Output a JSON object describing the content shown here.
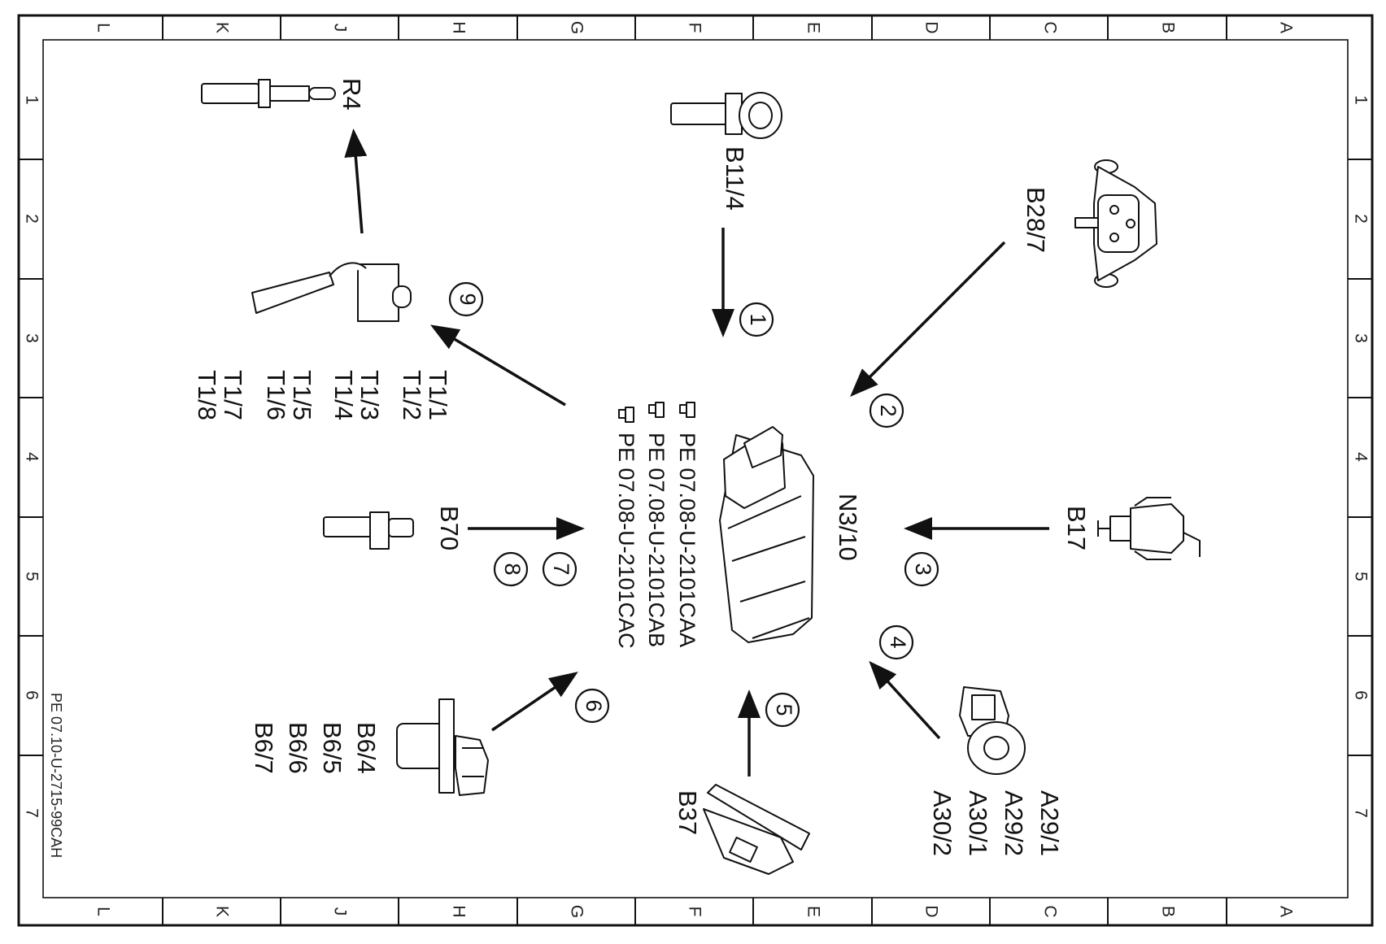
{
  "frame": {
    "letters": [
      "L",
      "K",
      "J",
      "H",
      "G",
      "F",
      "E",
      "D",
      "C",
      "B",
      "A"
    ],
    "numbers": [
      "1",
      "2",
      "3",
      "4",
      "5",
      "6",
      "7"
    ]
  },
  "drawing_number": "PE 07.10-U-2715-99CAH",
  "center": {
    "component": "N3/10",
    "references": [
      "PE 07.08-U-2101CAA",
      "PE 07.08-U-2101CAB",
      "PE 07.08-U-2101CAC"
    ],
    "hand_icon": "pointing-hand-icon"
  },
  "components": {
    "r4": "R4",
    "b11_4": "B11/4",
    "b28_7": "B28/7",
    "b17": "B17",
    "b70": "B70",
    "b37": "B37",
    "t1": [
      "T1/1",
      "T1/2",
      "T1/3",
      "T1/4",
      "T1/5",
      "T1/6",
      "T1/7",
      "T1/8"
    ],
    "b6": [
      "B6/4",
      "B6/5",
      "B6/6",
      "B6/7"
    ],
    "a29_a30": [
      "A29/1",
      "A29/2",
      "A30/1",
      "A30/2"
    ]
  },
  "callouts": {
    "c1": "1",
    "c2": "2",
    "c3": "3",
    "c4": "4",
    "c5": "5",
    "c6": "6",
    "c7": "7",
    "c8": "8",
    "c9": "9"
  }
}
